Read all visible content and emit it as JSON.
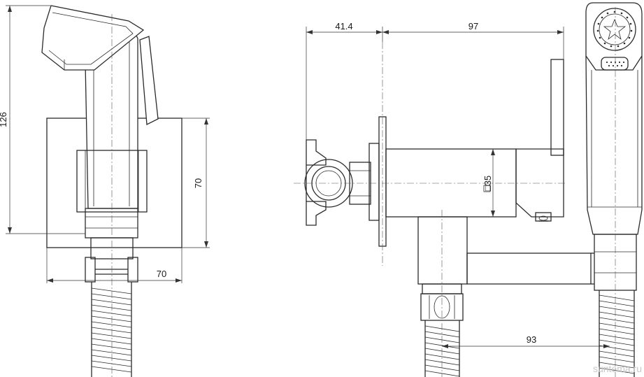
{
  "dimensions": {
    "front_height": "126",
    "front_plate_height": "70",
    "front_plate_width": "70",
    "side_depth": "41.4",
    "side_length": "97",
    "side_square": "□35",
    "side_hose_offset": "93"
  },
  "watermark": "suntema.ru",
  "colors": {
    "line": "#2b2b2b",
    "background": "#ffffff",
    "watermark": "#c8c8c8"
  }
}
